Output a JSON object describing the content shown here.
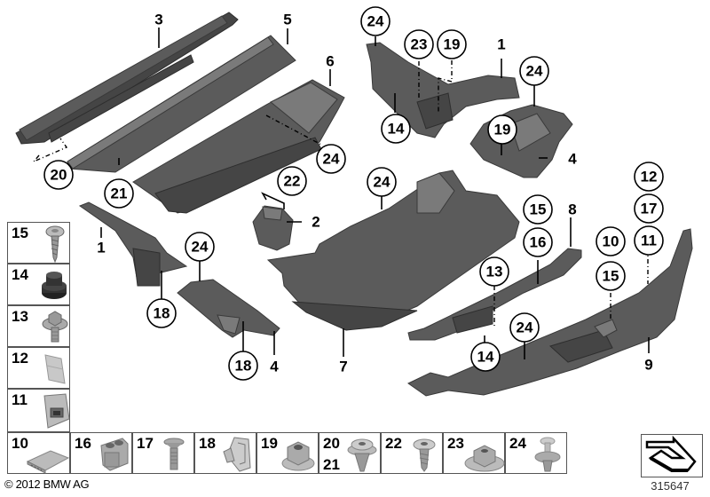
{
  "copyright": "© 2012 BMW AG",
  "image_number": "315647",
  "callouts": [
    {
      "id": "c3",
      "label": "3",
      "circled": false
    },
    {
      "id": "c5",
      "label": "5",
      "circled": false
    },
    {
      "id": "c6",
      "label": "6",
      "circled": false
    },
    {
      "id": "c20",
      "label": "20",
      "circled": true
    },
    {
      "id": "c21",
      "label": "21",
      "circled": true
    },
    {
      "id": "c24a",
      "label": "24",
      "circled": true
    },
    {
      "id": "c22",
      "label": "22",
      "circled": true
    },
    {
      "id": "c2",
      "label": "2",
      "circled": false
    },
    {
      "id": "c1a",
      "label": "1",
      "circled": false
    },
    {
      "id": "c18a",
      "label": "18",
      "circled": true
    },
    {
      "id": "c24b",
      "label": "24",
      "circled": true
    },
    {
      "id": "c18b",
      "label": "18",
      "circled": true
    },
    {
      "id": "c4a",
      "label": "4",
      "circled": false
    },
    {
      "id": "c7",
      "label": "7",
      "circled": false
    },
    {
      "id": "c24c",
      "label": "24",
      "circled": true
    },
    {
      "id": "c24d",
      "label": "24",
      "circled": true
    },
    {
      "id": "c23",
      "label": "23",
      "circled": true
    },
    {
      "id": "c19a",
      "label": "19",
      "circled": true
    },
    {
      "id": "c1b",
      "label": "1",
      "circled": false
    },
    {
      "id": "c24e",
      "label": "24",
      "circled": true
    },
    {
      "id": "c14a",
      "label": "14",
      "circled": true
    },
    {
      "id": "c19b",
      "label": "19",
      "circled": true
    },
    {
      "id": "c4b",
      "label": "4",
      "circled": false
    },
    {
      "id": "c12",
      "label": "12",
      "circled": true
    },
    {
      "id": "c17",
      "label": "17",
      "circled": true
    },
    {
      "id": "c11",
      "label": "11",
      "circled": true
    },
    {
      "id": "c15a",
      "label": "15",
      "circled": true
    },
    {
      "id": "c8",
      "label": "8",
      "circled": false
    },
    {
      "id": "c16",
      "label": "16",
      "circled": true
    },
    {
      "id": "c10",
      "label": "10",
      "circled": true
    },
    {
      "id": "c15b",
      "label": "15",
      "circled": true
    },
    {
      "id": "c13",
      "label": "13",
      "circled": true
    },
    {
      "id": "c14b",
      "label": "14",
      "circled": true
    },
    {
      "id": "c24f",
      "label": "24",
      "circled": true
    },
    {
      "id": "c9",
      "label": "9",
      "circled": false
    }
  ],
  "parts_legend_left": [
    {
      "number": "15",
      "icon": "self-tapping-screw-icon"
    },
    {
      "number": "14",
      "icon": "rubber-grommet-icon"
    },
    {
      "number": "13",
      "icon": "hex-collar-bolt-icon"
    },
    {
      "number": "12",
      "icon": "clip-plate-icon"
    },
    {
      "number": "11",
      "icon": "square-nut-clip-icon"
    }
  ],
  "parts_legend_bottom": [
    {
      "number": "10",
      "number2": "",
      "icon": "plate-clip-icon"
    },
    {
      "number": "16",
      "number2": "",
      "icon": "double-nut-clip-icon"
    },
    {
      "number": "17",
      "number2": "",
      "icon": "countersunk-screw-icon"
    },
    {
      "number": "18",
      "number2": "",
      "icon": "spring-clip-icon"
    },
    {
      "number": "19",
      "number2": "",
      "icon": "collar-nut-icon"
    },
    {
      "number": "20",
      "number2": "21",
      "icon": "expanding-rivet-icon"
    },
    {
      "number": "22",
      "number2": "",
      "icon": "pan-head-screw-icon"
    },
    {
      "number": "23",
      "number2": "",
      "icon": "flange-nut-icon"
    },
    {
      "number": "24",
      "number2": "",
      "icon": "push-rivet-icon"
    }
  ]
}
